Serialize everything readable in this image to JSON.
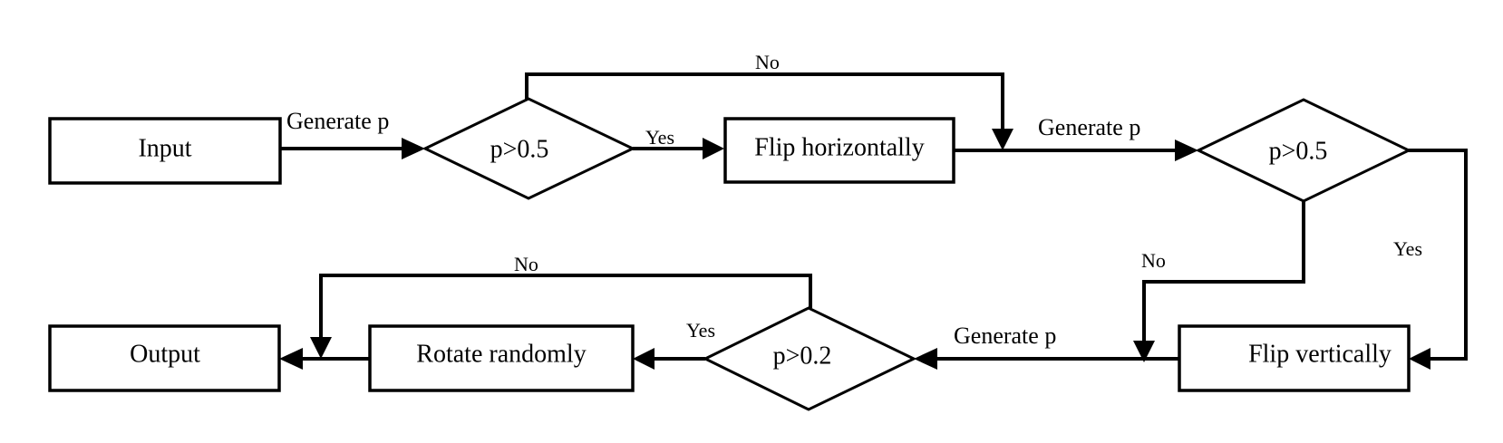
{
  "nodes": {
    "input": "Input",
    "decision_1": "p>0.5",
    "flip_horizontally": "Flip horizontally",
    "decision_2": "p>0.5",
    "flip_vertically": "Flip vertically",
    "decision_3": "p>0.2",
    "rotate_randomly": "Rotate randomly",
    "output": "Output"
  },
  "edges": {
    "input_to_decision_1": "Generate p",
    "decision_1_yes": "Yes",
    "decision_1_no": "No",
    "to_decision_2": "Generate p",
    "decision_2_yes": "Yes",
    "decision_2_no": "No",
    "to_decision_3": "Generate p",
    "decision_3_yes": "Yes",
    "decision_3_no": "No"
  }
}
